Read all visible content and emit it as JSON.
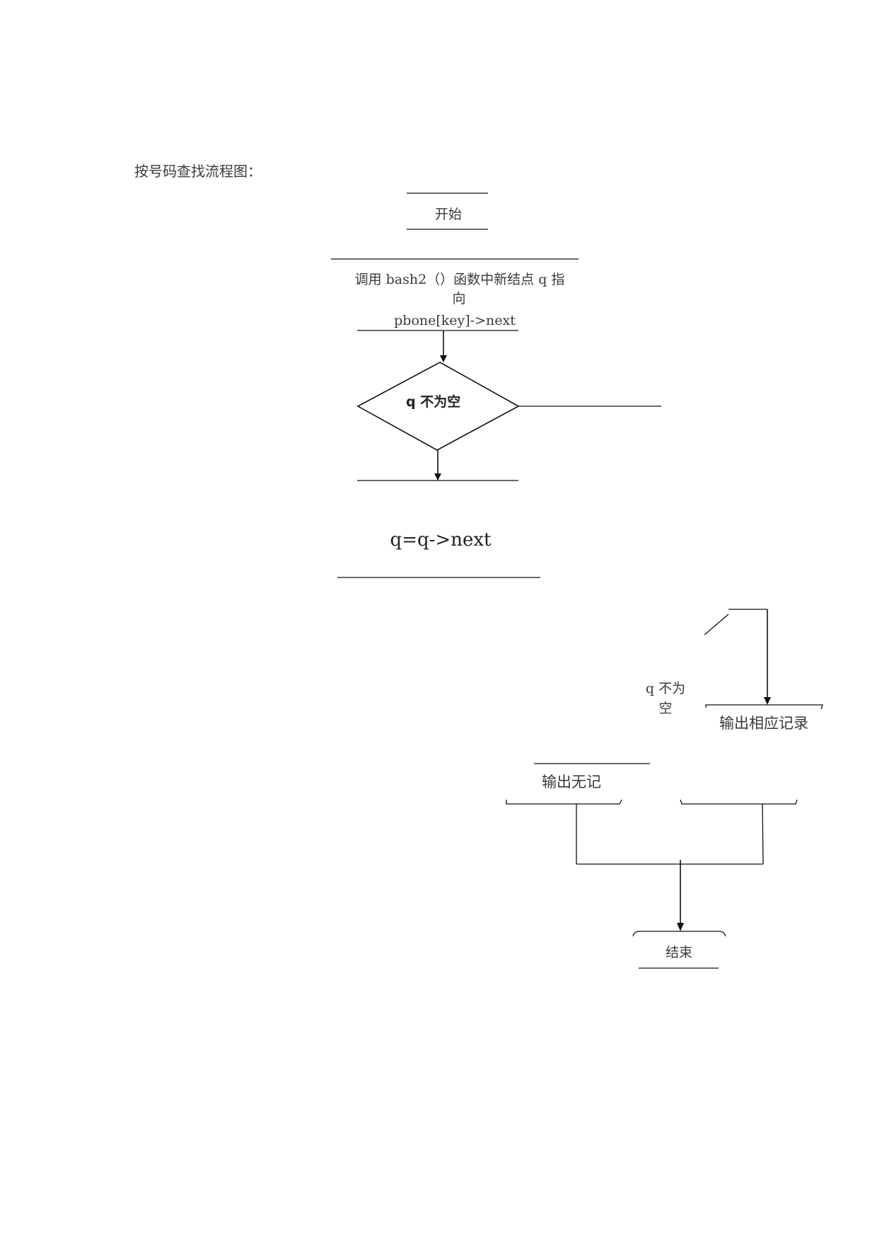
{
  "document": {
    "heading": "按号码查找流程图："
  },
  "flowchart": {
    "start": "开始",
    "call_line1": "调用 bash2（）函数中新结点 q 指",
    "call_line2": "向",
    "call_line3": "pbone[key]->next",
    "decision": "q  不为空",
    "advance": "q=q->next",
    "branch_line1": "q 不为",
    "branch_line2": "空",
    "output_record": "输出相应记录",
    "output_none": "输出无记",
    "end": "结束"
  },
  "colors": {
    "line": "#111111",
    "text": "#3a3a3a"
  }
}
